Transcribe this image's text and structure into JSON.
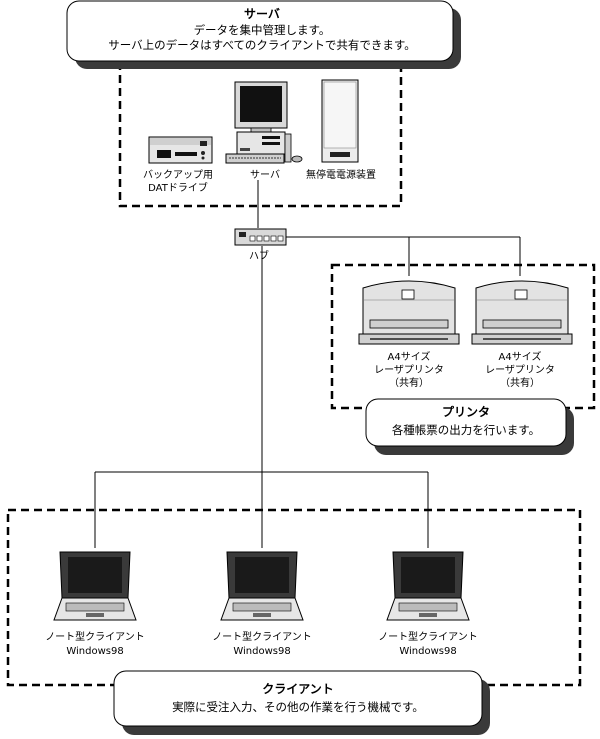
{
  "server": {
    "title": "サーバ",
    "desc1": "データを集中管理します。",
    "desc2": "サーバ上のデータはすべてのクライアントで共有できます。",
    "backup_line1": "バックアップ用",
    "backup_line2": "DATドライブ",
    "server_label": "サーバ",
    "ups_label": "無停電電源装置"
  },
  "hub": {
    "label": "ハブ"
  },
  "printer": {
    "title": "プリンタ",
    "desc": "各種帳票の出力を行います。",
    "devices": [
      {
        "line1": "A4サイズ",
        "line2": "レーザプリンタ",
        "line3": "（共有）"
      },
      {
        "line1": "A4サイズ",
        "line2": "レーザプリンタ",
        "line3": "（共有）"
      }
    ]
  },
  "client": {
    "title": "クライアント",
    "desc": "実際に受注入力、その他の作業を行う機械です。",
    "devices": [
      {
        "line1": "ノート型クライアント",
        "line2": "Windows98"
      },
      {
        "line1": "ノート型クライアント",
        "line2": "Windows98"
      },
      {
        "line1": "ノート型クライアント",
        "line2": "Windows98"
      }
    ]
  }
}
